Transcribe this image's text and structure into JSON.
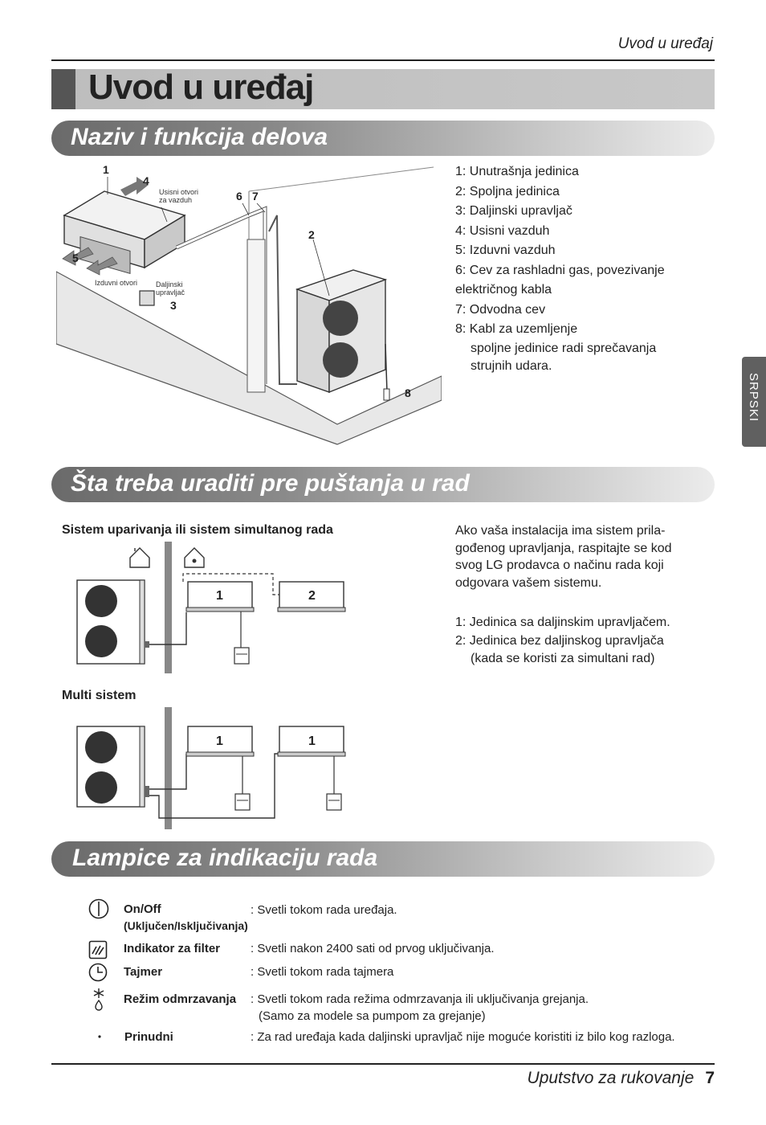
{
  "header": {
    "running_title": "Uvod u uređaj"
  },
  "page_title": "Uvod u uređaj",
  "sections": {
    "parts": "Naziv i funkcija delova",
    "before": "Šta treba uraditi pre puštanja u rad",
    "lamps": "Lampice za indikaciju rada"
  },
  "parts_diagram": {
    "numbers": [
      "1",
      "2",
      "3",
      "4",
      "5",
      "6",
      "7",
      "8"
    ],
    "intake_label_1": "Usisni otvori",
    "intake_label_2": "za vazduh",
    "exhaust_label": "Izduvni otvori",
    "remote_label_1": "Daljinski",
    "remote_label_2": "upravljač"
  },
  "parts_list": [
    "1: Unutrašnja jedinica",
    "2: Spoljna jedinica",
    "3: Daljinski upravljač",
    "4: Usisni vazduh",
    "5: Izduvni vazduh",
    "6: Cev za rashladni gas, povezivanje",
    "električnog kabla",
    "7: Odvodna cev",
    "8: Kabl za uzemljenje",
    "spoljne jedinice radi sprečavanja",
    "strujnih udara."
  ],
  "language_tab": "SRPSKI",
  "systems": {
    "paired_title": "Sistem uparivanja ili sistem simultanog rada",
    "multi_title": "Multi sistem",
    "unit_1": "1",
    "unit_2": "2",
    "note": [
      "Ako vaša instalacija ima sistem prila-",
      "gođenog upravljanja, raspitajte se kod",
      "svog LG prodavca o načinu rada koji",
      "odgovara vašem sistemu."
    ],
    "legend": [
      "1: Jedinica sa daljinskim upravljačem.",
      "2: Jedinica bez daljinskog upravljača",
      "(kada se koristi za simultani rad)"
    ]
  },
  "indicators": [
    {
      "icon": "power-icon",
      "name": "On/Off",
      "name2": "(Uključen/Isključivanja)",
      "desc": ": Svetli tokom rada uređaja.",
      "desc2": ""
    },
    {
      "icon": "filter-icon",
      "name": "Indikator za filter",
      "name2": "",
      "desc": ": Svetli nakon 2400 sati od prvog uključivanja.",
      "desc2": ""
    },
    {
      "icon": "clock-icon",
      "name": "Tajmer",
      "name2": "",
      "desc": ": Svetli tokom rada tajmera",
      "desc2": ""
    },
    {
      "icon": "defrost-icon",
      "name": "Režim odmrzavanja",
      "name2": "",
      "desc": ": Svetli tokom rada režima odmrzavanja ili uključivanja grejanja.",
      "desc2": "(Samo za modele sa pumpom za grejanje)"
    },
    {
      "icon": "dot-icon",
      "name": "Prinudni",
      "name2": "",
      "desc": ": Za rad uređaja kada daljinski upravljač nije moguće koristiti iz bilo kog razloga.",
      "desc2": ""
    }
  ],
  "footer": {
    "text": "Uputstvo za rukovanje",
    "page": "7"
  }
}
